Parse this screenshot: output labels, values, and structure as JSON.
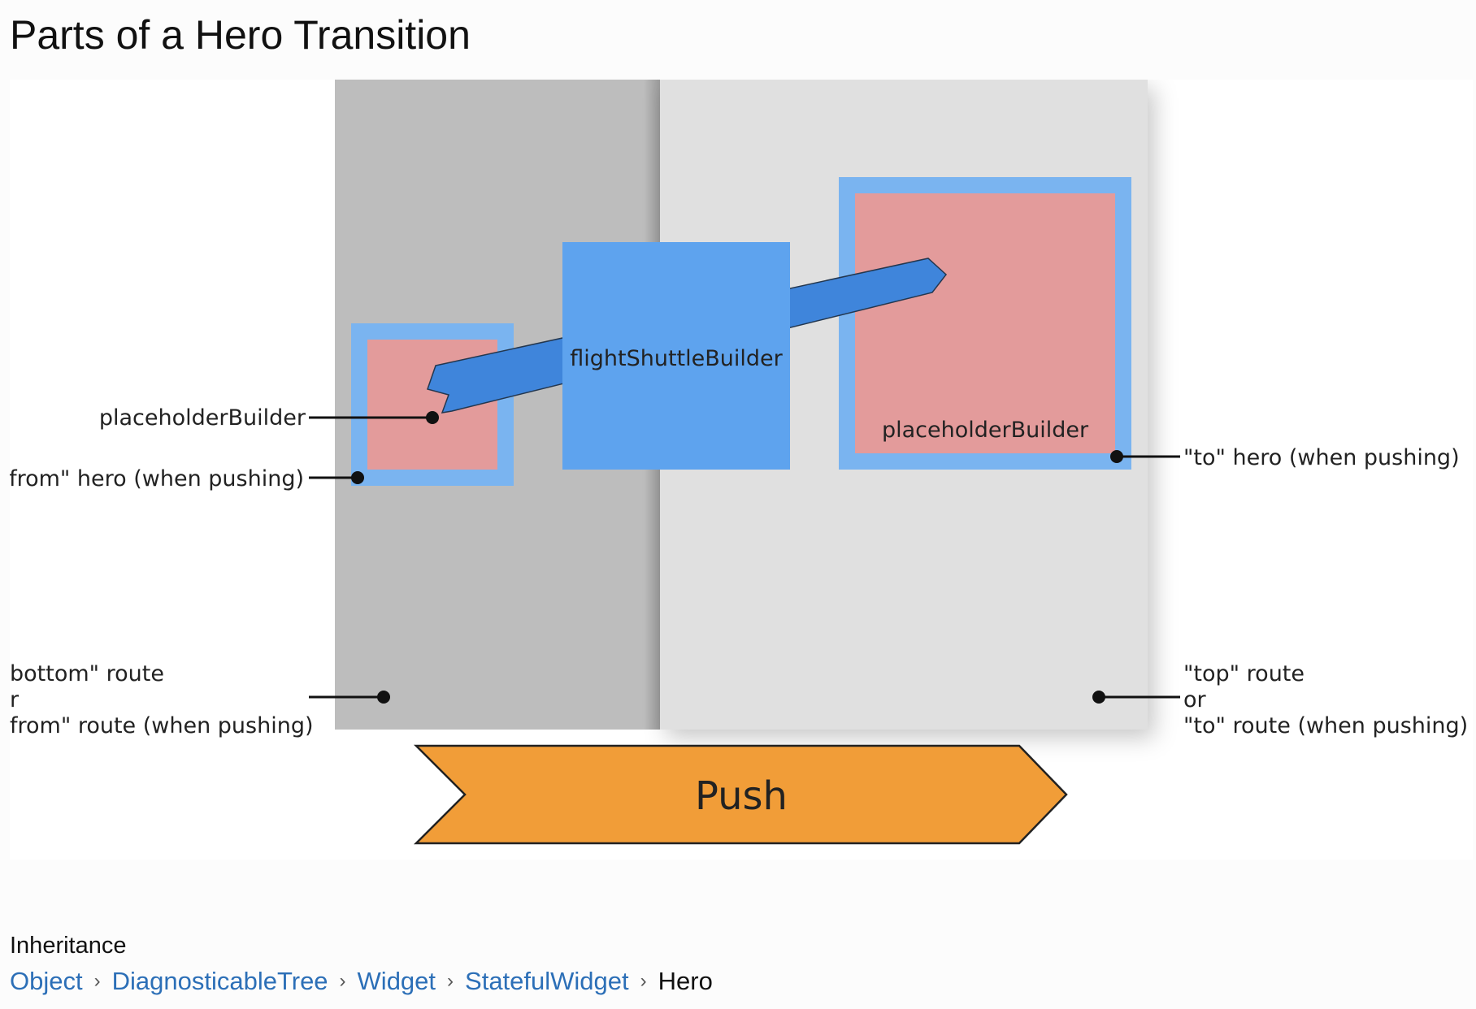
{
  "page": {
    "title": "Parts of a Hero Transition"
  },
  "diagram": {
    "labels": {
      "flight_shuttle": "flightShuttleBuilder",
      "placeholder_left": "placeholderBuilder",
      "placeholder_right": "placeholderBuilder",
      "from_hero": "\"from\" hero (when pushing)",
      "to_hero": "\"to\" hero (when pushing)",
      "bottom_route_line1": "bottom\" route",
      "bottom_route_line2": "r",
      "bottom_route_line3": "from\" route (when pushing)",
      "top_route_line1": "\"top\" route",
      "top_route_line2": "or",
      "top_route_line3": "\"to\" route (when pushing)",
      "push": "Push"
    },
    "colors": {
      "bottom_route": "#bdbdbd",
      "top_route": "#e0e0e0",
      "hero_frame": "#7ab4f0",
      "placeholder_fill": "#e39b9b",
      "shuttle_fill": "#5ea3ee",
      "arrow_fill": "#3f85db",
      "push_fill": "#f19d38"
    }
  },
  "inheritance": {
    "heading": "Inheritance",
    "items": [
      {
        "label": "Object",
        "link": true
      },
      {
        "label": "DiagnosticableTree",
        "link": true
      },
      {
        "label": "Widget",
        "link": true
      },
      {
        "label": "StatefulWidget",
        "link": true
      },
      {
        "label": "Hero",
        "link": false
      }
    ]
  }
}
